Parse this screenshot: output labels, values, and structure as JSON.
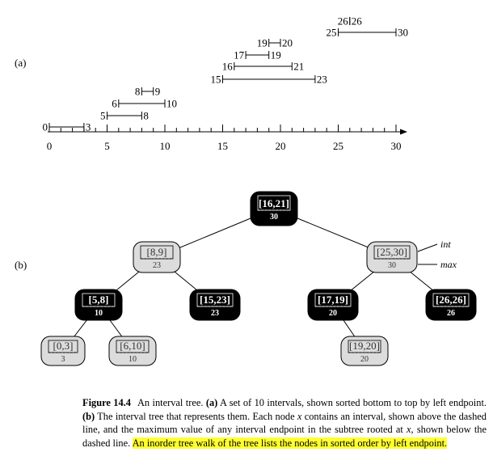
{
  "part_a": {
    "label": "(a)",
    "intervals": [
      {
        "low": 0,
        "high": 3,
        "low_label": "0",
        "high_label": "3"
      },
      {
        "low": 5,
        "high": 8,
        "low_label": "5",
        "high_label": "8"
      },
      {
        "low": 6,
        "high": 10,
        "low_label": "6",
        "high_label": "10"
      },
      {
        "low": 8,
        "high": 9,
        "low_label": "8",
        "high_label": "9"
      },
      {
        "low": 15,
        "high": 23,
        "low_label": "15",
        "high_label": "23"
      },
      {
        "low": 16,
        "high": 21,
        "low_label": "16",
        "high_label": "21"
      },
      {
        "low": 17,
        "high": 19,
        "low_label": "17",
        "high_label": "19"
      },
      {
        "low": 19,
        "high": 20,
        "low_label": "19",
        "high_label": "20"
      },
      {
        "low": 25,
        "high": 30,
        "low_label": "25",
        "high_label": "30"
      },
      {
        "low": 26,
        "high": 26,
        "low_label": "26",
        "high_label": "26"
      }
    ],
    "axis": {
      "min": 0,
      "max": 30,
      "labeled_ticks": [
        "0",
        "5",
        "10",
        "15",
        "20",
        "25",
        "30"
      ]
    }
  },
  "part_b": {
    "label": "(b)",
    "side_labels": {
      "int": "int",
      "max": "max"
    },
    "nodes": [
      {
        "id": "n16",
        "interval": "[16,21]",
        "max": "30",
        "color": "black",
        "parent": null
      },
      {
        "id": "n8",
        "interval": "[8,9]",
        "max": "23",
        "color": "gray",
        "parent": "n16"
      },
      {
        "id": "n25",
        "interval": "[25,30]",
        "max": "30",
        "color": "gray",
        "parent": "n16"
      },
      {
        "id": "n5",
        "interval": "[5,8]",
        "max": "10",
        "color": "black",
        "parent": "n8"
      },
      {
        "id": "n15",
        "interval": "[15,23]",
        "max": "23",
        "color": "black",
        "parent": "n8"
      },
      {
        "id": "n17",
        "interval": "[17,19]",
        "max": "20",
        "color": "black",
        "parent": "n25"
      },
      {
        "id": "n26",
        "interval": "[26,26]",
        "max": "26",
        "color": "black",
        "parent": "n25"
      },
      {
        "id": "n0",
        "interval": "[0,3]",
        "max": "3",
        "color": "gray",
        "parent": "n5"
      },
      {
        "id": "n6",
        "interval": "[6,10]",
        "max": "10",
        "color": "gray",
        "parent": "n5"
      },
      {
        "id": "n19",
        "interval": "[19,20]",
        "max": "20",
        "color": "gray",
        "parent": "n17"
      }
    ]
  },
  "caption": {
    "label": "Figure 14.4",
    "text_1": "An interval tree. ",
    "bold_a": "(a)",
    "text_2": " A set of 10 intervals, shown sorted bottom to top by left endpoint. ",
    "bold_b": "(b)",
    "text_3": " The interval tree that represents them. Each node ",
    "var_1": "x",
    "text_4": " contains an interval, shown above the dashed line, and the maximum value of any interval endpoint in the subtree rooted at ",
    "var_2": "x",
    "text_5": ", shown below the dashed line. ",
    "highlighted": "An inorder tree walk of the tree lists the nodes in sorted order by left endpoint.",
    "highlight_color": "#ffff33"
  },
  "colors": {
    "black_node": "#000000",
    "gray_node": "#dcdcdc"
  }
}
